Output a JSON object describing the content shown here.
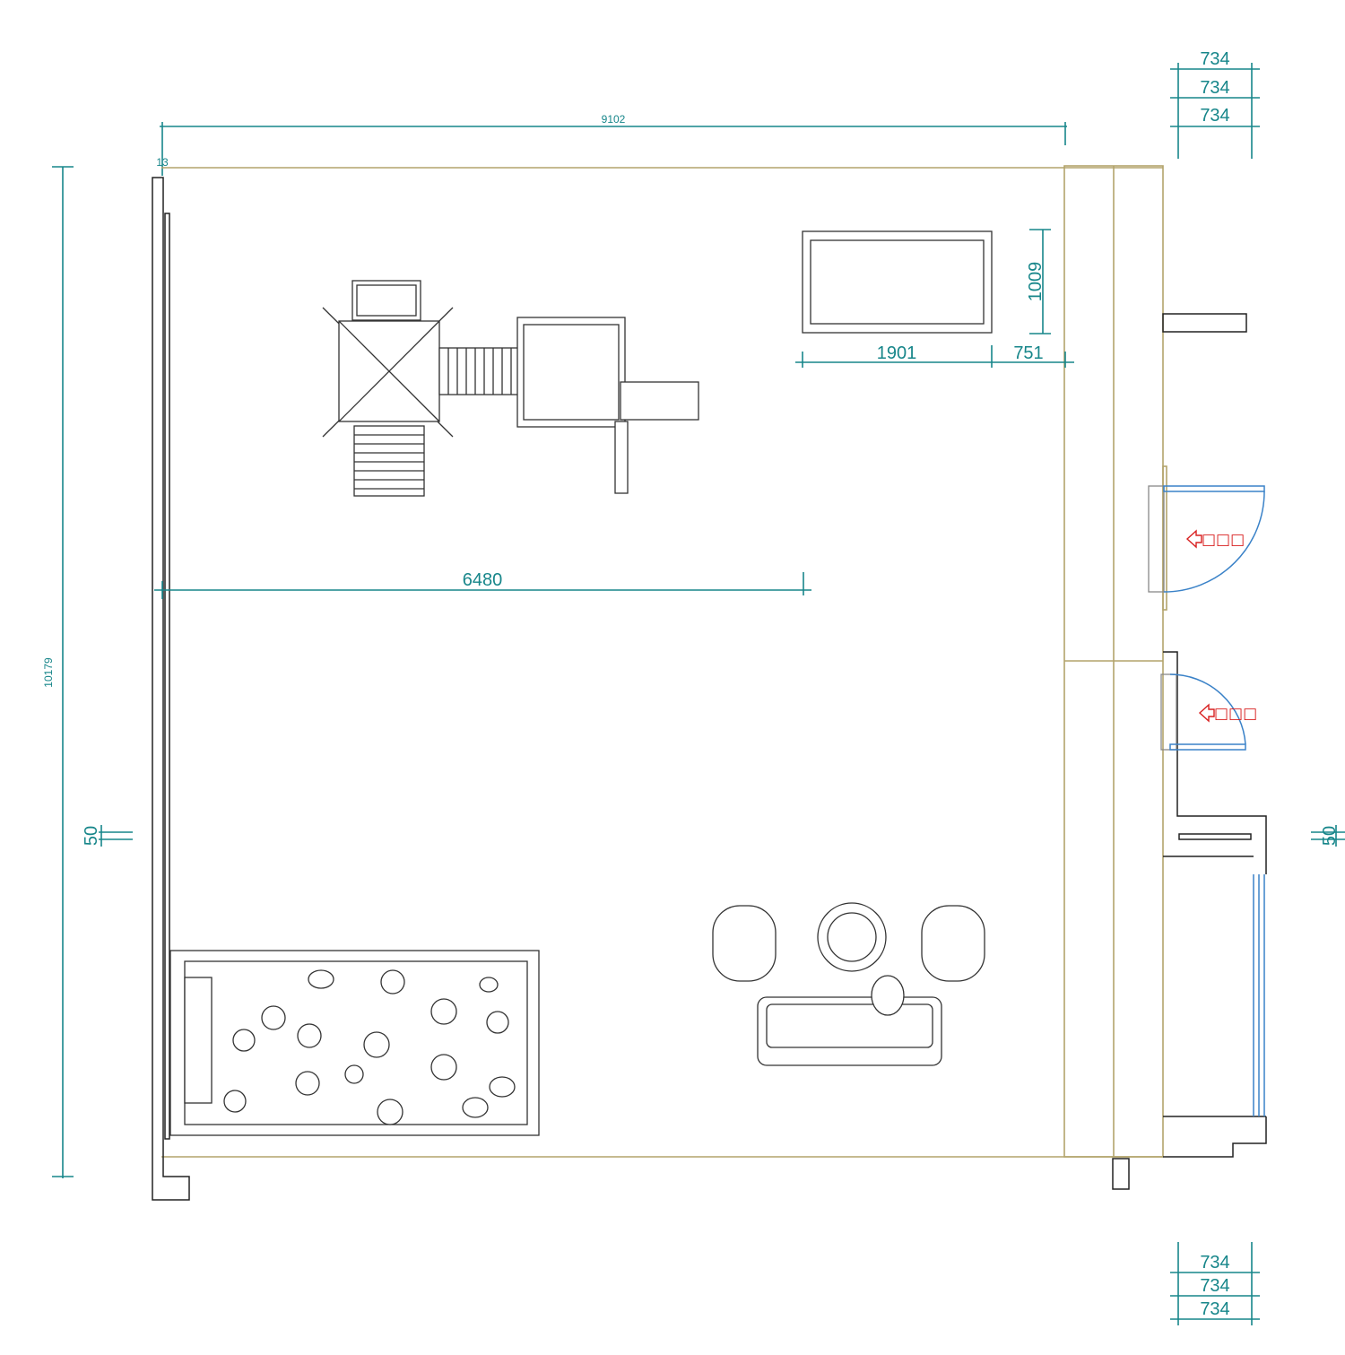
{
  "drawing": {
    "dimensions": {
      "overall_width": "9102",
      "wall_offset": "13",
      "overall_height": "10179",
      "left_wall_thickness": "50",
      "right_wall_thickness": "50",
      "top_stack": [
        "734",
        "734",
        "734"
      ],
      "bottom_stack": [
        "734",
        "734",
        "734"
      ],
      "table_depth": "1009",
      "table_width": "1901",
      "table_gap": "751",
      "mid_span": "6480"
    },
    "door_signs": [
      "□□□",
      "□□□"
    ],
    "colors": {
      "dimension": "#17868a",
      "room_outline": "#b3a46c",
      "door": "#3a82c8",
      "sign": "#d82020"
    }
  }
}
